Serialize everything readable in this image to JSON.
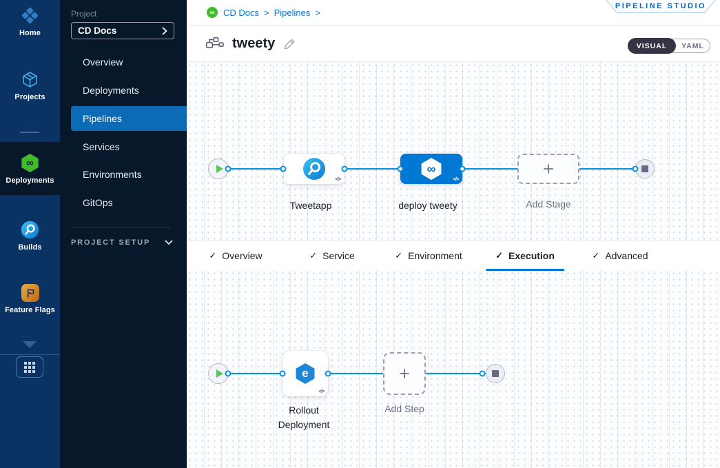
{
  "glyphs": {
    "check": "✓",
    "breadcrumb_sep": ">",
    "plus": "+",
    "infinity": "∞",
    "code": "</>",
    "rollout_e": "e"
  },
  "colors": {
    "accent": "#0278D5",
    "connector": "#0092E4",
    "cd_green": "#42BA2B",
    "nav_selected_bg": "#0B6CB5",
    "module_rail_bg": "#0A3364",
    "panel_bg": "#07182B"
  },
  "module_nav": {
    "items": [
      {
        "label": "Home"
      },
      {
        "label": "Projects"
      },
      {
        "label": "Deployments",
        "selected": true
      },
      {
        "label": "Builds"
      },
      {
        "label": "Feature Flags"
      }
    ]
  },
  "project_nav": {
    "section_label": "Project",
    "project_name": "CD Docs",
    "items": [
      {
        "label": "Overview"
      },
      {
        "label": "Deployments"
      },
      {
        "label": "Pipelines",
        "selected": true
      },
      {
        "label": "Services"
      },
      {
        "label": "Environments"
      },
      {
        "label": "GitOps"
      }
    ],
    "setup_label": "PROJECT SETUP"
  },
  "header": {
    "breadcrumb": [
      {
        "label": "CD Docs"
      },
      {
        "label": "Pipelines"
      }
    ],
    "studio_badge": "PIPELINE STUDIO",
    "pipeline_name": "tweety",
    "toggle": {
      "visual": "VISUAL",
      "yaml": "YAML",
      "active": "VISUAL"
    }
  },
  "stage_canvas": {
    "stage1_label": "Tweetapp",
    "stage2_label": "deploy tweety",
    "selected_stage": "deploy tweety",
    "add_stage_label": "Add Stage"
  },
  "tabs": {
    "items": [
      {
        "label": "Overview",
        "checked": true
      },
      {
        "label": "Service",
        "checked": true
      },
      {
        "label": "Environment",
        "checked": true
      },
      {
        "label": "Execution",
        "checked": true
      },
      {
        "label": "Advanced",
        "checked": true
      }
    ],
    "active": "Execution"
  },
  "execution_canvas": {
    "step1_label": "Rollout Deployment",
    "add_step_label": "Add Step"
  }
}
